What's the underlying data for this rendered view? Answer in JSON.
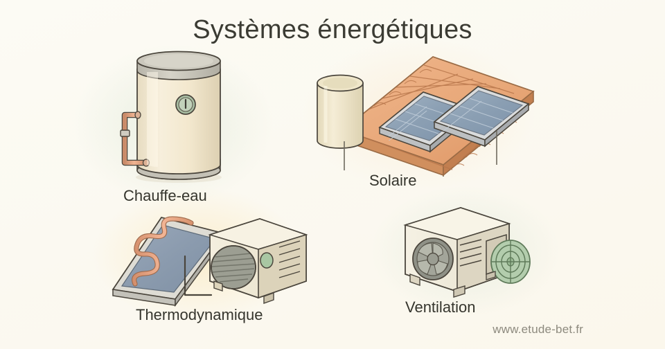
{
  "page": {
    "title": "Systèmes énergétiques",
    "watermark": "www.etude-bet.fr",
    "background_color": "#fbfaf2",
    "title_color": "#3b3b33",
    "caption_color": "#35352d",
    "watermark_color": "#8d8a7e"
  },
  "items": [
    {
      "id": "chauffe-eau",
      "caption": "Chauffe-eau",
      "icon": "water-heater-illustration",
      "description": "Cylindrical hot water tank with gray top and bottom caps, green circular pressure gauge and copper pipe loop on the left side",
      "colors": {
        "body": "#f3e9d2",
        "cap": "#c9c6bb",
        "gauge": "#9fb89a",
        "pipe": "#e0a081",
        "outline": "#4a453c"
      },
      "glow": "#cddec8"
    },
    {
      "id": "solaire",
      "caption": "Solaire",
      "icon": "solar-panels-illustration",
      "description": "Two blue-gray photovoltaic panels mounted on a terracotta tiled roof with a cream cylindrical storage tank at the left",
      "panel_count": 2,
      "panel_grid": {
        "columns": 2,
        "rows": 4
      },
      "colors": {
        "panel": "#8fa3b6",
        "panel_frame": "#d8dadb",
        "roof_tile": "#e8a879",
        "roof_edge": "#b5784f",
        "tank": "#f0e7cd",
        "outline": "#4a453c"
      },
      "glow": "#fae4c4"
    },
    {
      "id": "thermodynamique",
      "caption": "Thermodynamique",
      "icon": "thermodynamic-system-illustration",
      "description": "Tilted solar thermal collector with copper serpentine coil beside an outdoor heat pump unit with circular fan grille and green indicator light",
      "colors": {
        "collector_glass": "#8d9db0",
        "collector_frame": "#dcdcd6",
        "coil": "#e3a484",
        "unit_body": "#f1ebd9",
        "fan_grille": "#9a9c90",
        "indicator": "#9fc49a",
        "outline": "#4a453c"
      },
      "glow": "#fae2aa"
    },
    {
      "id": "ventilation",
      "caption": "Ventilation",
      "icon": "ventilation-unit-illustration",
      "description": "Ventilation unit box with a gray circular bladed fan on the front face, horizontal louver slots and a green round duct fan on the right side",
      "colors": {
        "unit_body": "#f1ece0",
        "fan": "#9a9c90",
        "fan_hub": "#b7b8ae",
        "duct_fan": "#a8c5a3",
        "outline": "#4a453c"
      },
      "glow": "#d0e0ce"
    }
  ]
}
